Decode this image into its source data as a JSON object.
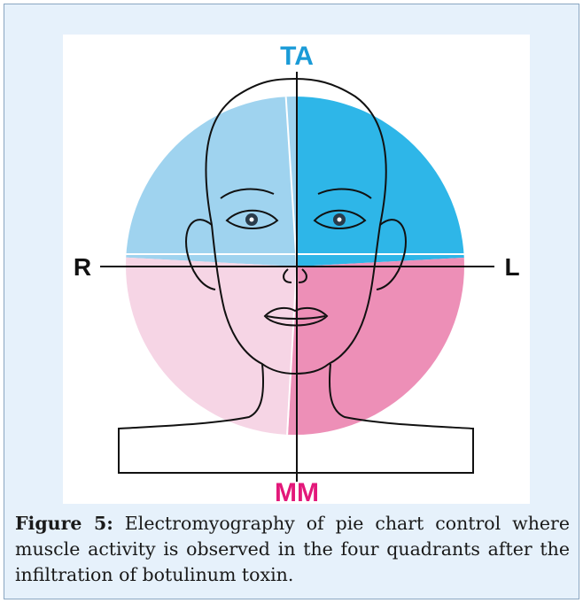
{
  "figure": {
    "labels": {
      "top": "TA",
      "bottom": "MM",
      "left": "R",
      "right": "L"
    },
    "colors": {
      "top_left": "#9fd3ef",
      "top_right": "#2eb6e8",
      "bottom_left": "#f6d5e5",
      "bottom_right": "#ed8fb7",
      "label_top": "#1a9bd7",
      "label_bottom": "#e3187a"
    }
  },
  "caption": {
    "label": "Figure 5:",
    "text": " Electromyography of pie chart control where muscle activity is observed in the four quadrants after the infiltration of botulinum toxin."
  }
}
